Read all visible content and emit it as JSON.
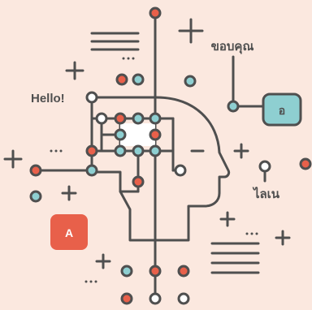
{
  "texts": {
    "hello": "Hello!",
    "thai_thanks": "ขอบคุณ",
    "thai_like": "ไลเน",
    "letter_a": "A",
    "letter_o": "อ",
    "ellipsis": "..."
  },
  "colors": {
    "background": "#FBE8DF",
    "line": "#4F4F4F",
    "red": "#E8604A",
    "teal": "#8ECFD1",
    "white": "#FFFFFF"
  },
  "icons": [
    "head-profile-icon",
    "circuit-network-icon",
    "plus-sign-icon",
    "text-lines-icon",
    "speech-bubble-icon"
  ]
}
